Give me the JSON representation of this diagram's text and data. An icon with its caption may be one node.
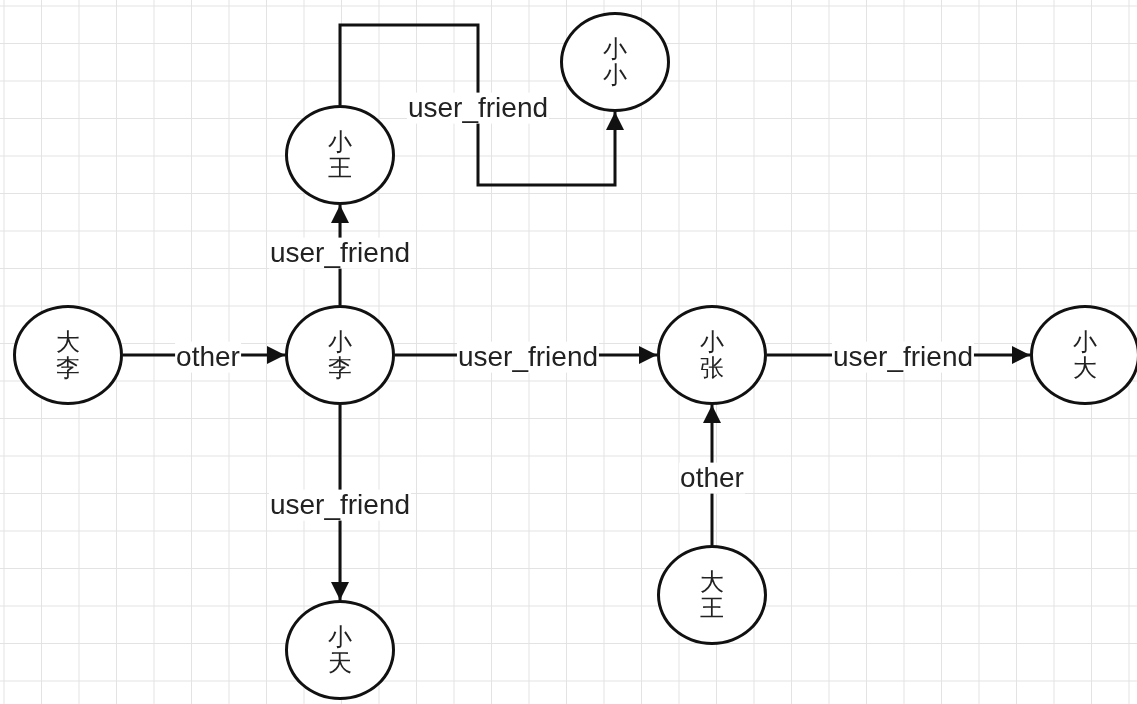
{
  "diagram": {
    "nodes": [
      {
        "text": [
          "小小"
        ]
      },
      {
        "text": [
          "小王"
        ]
      },
      {
        "text": [
          "大李"
        ]
      },
      {
        "text": [
          "小李"
        ]
      },
      {
        "text": [
          "小张"
        ]
      },
      {
        "text": [
          "小大"
        ]
      },
      {
        "text": [
          "小天"
        ]
      },
      {
        "text": [
          "大王"
        ]
      }
    ],
    "edges": [
      {
        "from": 1,
        "to": 0,
        "arrow": "to",
        "label": "user_friend"
      },
      {
        "from": 3,
        "to": 1,
        "arrow": "to",
        "label": "user_friend"
      },
      {
        "from": 2,
        "to": 3,
        "arrow": "to",
        "label": "other"
      },
      {
        "from": 3,
        "to": 4,
        "arrow": "to",
        "label": "user_friend"
      },
      {
        "from": 4,
        "to": 5,
        "arrow": "to",
        "label": "user_friend"
      },
      {
        "from": 3,
        "to": 6,
        "arrow": "to",
        "label": "user_friend"
      },
      {
        "from": 7,
        "to": 4,
        "arrow": "to",
        "label": "other"
      }
    ]
  }
}
